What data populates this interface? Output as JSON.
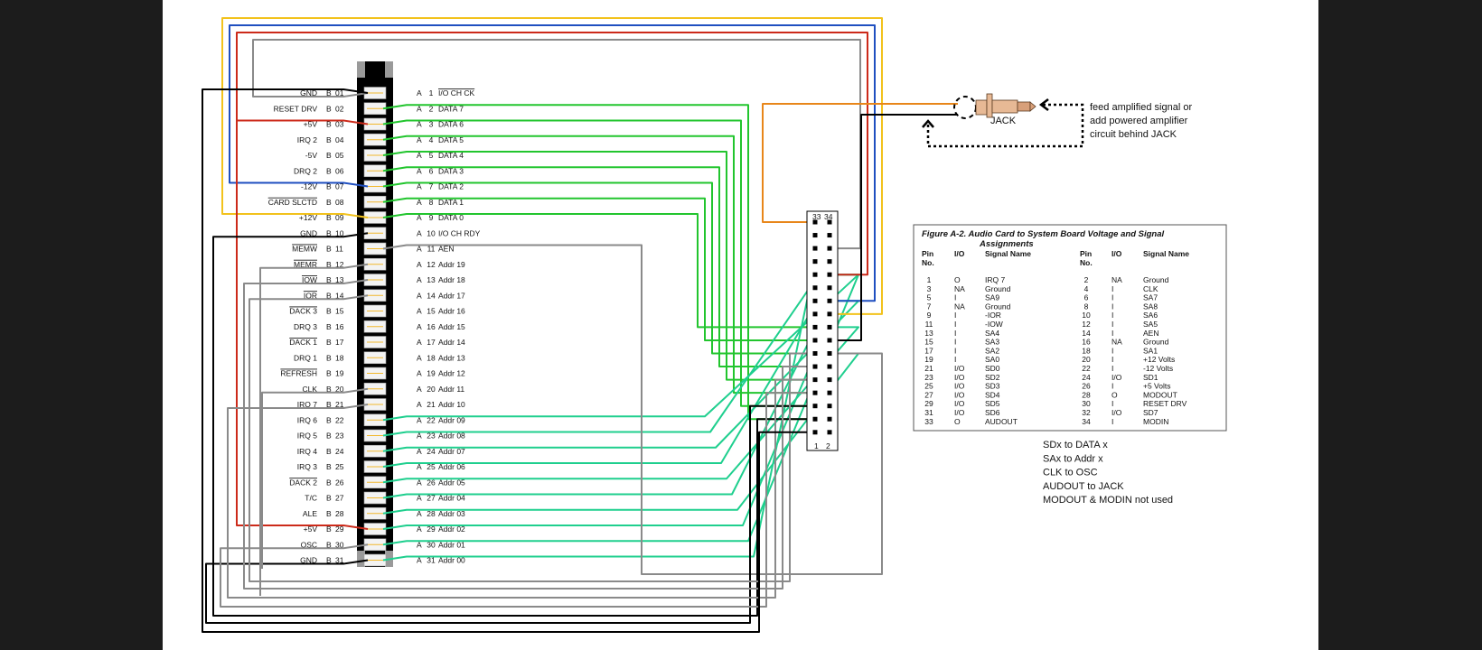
{
  "connector": {
    "b_side": [
      {
        "label": "GND",
        "side": "B",
        "num": "01"
      },
      {
        "label": "RESET DRV",
        "side": "B",
        "num": "02"
      },
      {
        "label": "+5V",
        "side": "B",
        "num": "03"
      },
      {
        "label": "IRQ 2",
        "side": "B",
        "num": "04"
      },
      {
        "label": "-5V",
        "side": "B",
        "num": "05"
      },
      {
        "label": "DRQ 2",
        "side": "B",
        "num": "06"
      },
      {
        "label": "-12V",
        "side": "B",
        "num": "07"
      },
      {
        "label": "CARD SLCTD",
        "side": "B",
        "num": "08",
        "overline": true
      },
      {
        "label": "+12V",
        "side": "B",
        "num": "09"
      },
      {
        "label": "GND",
        "side": "B",
        "num": "10"
      },
      {
        "label": "MEMW",
        "side": "B",
        "num": "11",
        "overline": true
      },
      {
        "label": "MEMR",
        "side": "B",
        "num": "12",
        "overline": true
      },
      {
        "label": "IOW",
        "side": "B",
        "num": "13",
        "overline": true
      },
      {
        "label": "IOR",
        "side": "B",
        "num": "14",
        "overline": true
      },
      {
        "label": "DACK 3",
        "side": "B",
        "num": "15",
        "overline": true
      },
      {
        "label": "DRQ 3",
        "side": "B",
        "num": "16"
      },
      {
        "label": "DACK 1",
        "side": "B",
        "num": "17",
        "overline": true
      },
      {
        "label": "DRQ 1",
        "side": "B",
        "num": "18"
      },
      {
        "label": "REFRESH",
        "side": "B",
        "num": "19",
        "overline": true
      },
      {
        "label": "CLK",
        "side": "B",
        "num": "20"
      },
      {
        "label": "IRQ 7",
        "side": "B",
        "num": "21"
      },
      {
        "label": "IRQ 6",
        "side": "B",
        "num": "22"
      },
      {
        "label": "IRQ 5",
        "side": "B",
        "num": "23"
      },
      {
        "label": "IRQ 4",
        "side": "B",
        "num": "24"
      },
      {
        "label": "IRQ 3",
        "side": "B",
        "num": "25"
      },
      {
        "label": "DACK 2",
        "side": "B",
        "num": "26",
        "overline": true
      },
      {
        "label": "T/C",
        "side": "B",
        "num": "27"
      },
      {
        "label": "ALE",
        "side": "B",
        "num": "28"
      },
      {
        "label": "+5V",
        "side": "B",
        "num": "29"
      },
      {
        "label": "OSC",
        "side": "B",
        "num": "30"
      },
      {
        "label": "GND",
        "side": "B",
        "num": "31"
      }
    ],
    "a_side": [
      {
        "side": "A",
        "num": "1",
        "label": "I/O CH CK",
        "overline": true
      },
      {
        "side": "A",
        "num": "2",
        "label": "DATA 7"
      },
      {
        "side": "A",
        "num": "3",
        "label": "DATA 6"
      },
      {
        "side": "A",
        "num": "4",
        "label": "DATA 5"
      },
      {
        "side": "A",
        "num": "5",
        "label": "DATA 4"
      },
      {
        "side": "A",
        "num": "6",
        "label": "DATA 3"
      },
      {
        "side": "A",
        "num": "7",
        "label": "DATA 2"
      },
      {
        "side": "A",
        "num": "8",
        "label": "DATA 1"
      },
      {
        "side": "A",
        "num": "9",
        "label": "DATA 0"
      },
      {
        "side": "A",
        "num": "10",
        "label": "I/O CH RDY"
      },
      {
        "side": "A",
        "num": "11",
        "label": "AEN"
      },
      {
        "side": "A",
        "num": "12",
        "label": "Addr 19"
      },
      {
        "side": "A",
        "num": "13",
        "label": "Addr 18"
      },
      {
        "side": "A",
        "num": "14",
        "label": "Addr 17"
      },
      {
        "side": "A",
        "num": "15",
        "label": "Addr 16"
      },
      {
        "side": "A",
        "num": "16",
        "label": "Addr 15"
      },
      {
        "side": "A",
        "num": "17",
        "label": "Addr 14"
      },
      {
        "side": "A",
        "num": "18",
        "label": "Addr 13"
      },
      {
        "side": "A",
        "num": "19",
        "label": "Addr 12"
      },
      {
        "side": "A",
        "num": "20",
        "label": "Addr 11"
      },
      {
        "side": "A",
        "num": "21",
        "label": "Addr 10"
      },
      {
        "side": "A",
        "num": "22",
        "label": "Addr 09"
      },
      {
        "side": "A",
        "num": "23",
        "label": "Addr 08"
      },
      {
        "side": "A",
        "num": "24",
        "label": "Addr 07"
      },
      {
        "side": "A",
        "num": "25",
        "label": "Addr 06"
      },
      {
        "side": "A",
        "num": "26",
        "label": "Addr 05"
      },
      {
        "side": "A",
        "num": "27",
        "label": "Addr 04"
      },
      {
        "side": "A",
        "num": "28",
        "label": "Addr 03"
      },
      {
        "side": "A",
        "num": "29",
        "label": "Addr 02"
      },
      {
        "side": "A",
        "num": "30",
        "label": "Addr 01"
      },
      {
        "side": "A",
        "num": "31",
        "label": "Addr 00"
      }
    ]
  },
  "header34": {
    "top_left": "33",
    "top_right": "34",
    "bottom_left": "1",
    "bottom_right": "2"
  },
  "jack": {
    "label": "JACK",
    "note": [
      "feed amplified signal or",
      "add powered amplifier",
      "circuit behind JACK"
    ]
  },
  "table": {
    "title": "Figure    A-2.  Audio Card to System Board Voltage and Signal",
    "title2": "Assignments",
    "headers": {
      "pin": "Pin",
      "no": "No.",
      "io": "I/O",
      "signal": "Signal Name"
    },
    "rows": [
      [
        "1",
        "O",
        "IRQ 7",
        "2",
        "NA",
        "Ground"
      ],
      [
        "3",
        "NA",
        "Ground",
        "4",
        "I",
        "CLK"
      ],
      [
        "5",
        "I",
        "SA9",
        "6",
        "I",
        "SA7"
      ],
      [
        "7",
        "NA",
        "Ground",
        "8",
        "I",
        "SA8"
      ],
      [
        "9",
        "I",
        "-IOR",
        "10",
        "I",
        "SA6"
      ],
      [
        "11",
        "I",
        "-IOW",
        "12",
        "I",
        "SA5"
      ],
      [
        "13",
        "I",
        "SA4",
        "14",
        "I",
        "AEN"
      ],
      [
        "15",
        "I",
        "SA3",
        "16",
        "NA",
        "Ground"
      ],
      [
        "17",
        "I",
        "SA2",
        "18",
        "I",
        "SA1"
      ],
      [
        "19",
        "I",
        "SA0",
        "20",
        "I",
        "+12 Volts"
      ],
      [
        "21",
        "I/O",
        "SD0",
        "22",
        "I",
        "-12 Volts"
      ],
      [
        "23",
        "I/O",
        "SD2",
        "24",
        "I/O",
        "SD1"
      ],
      [
        "25",
        "I/O",
        "SD3",
        "26",
        "I",
        "+5 Volts"
      ],
      [
        "27",
        "I/O",
        "SD4",
        "28",
        "O",
        "MODOUT"
      ],
      [
        "29",
        "I/O",
        "SD5",
        "30",
        "I",
        "RESET DRV"
      ],
      [
        "31",
        "I/O",
        "SD6",
        "32",
        "I/O",
        "SD7"
      ],
      [
        "33",
        "O",
        "AUDOUT",
        "34",
        "I",
        "MODIN"
      ]
    ]
  },
  "notes": [
    "SDx to DATA x",
    "SAx to Addr x",
    "CLK to OSC",
    "AUDOUT to JACK",
    "MODOUT & MODIN not used"
  ],
  "colors": {
    "green": "#22c52e",
    "teal": "#1fcf8e",
    "gray": "#8a8a8a",
    "black": "#000000",
    "red": "#cc2a1a",
    "blue": "#1f4fc0",
    "yellow": "#f2c21c",
    "orange": "#e8861a"
  }
}
